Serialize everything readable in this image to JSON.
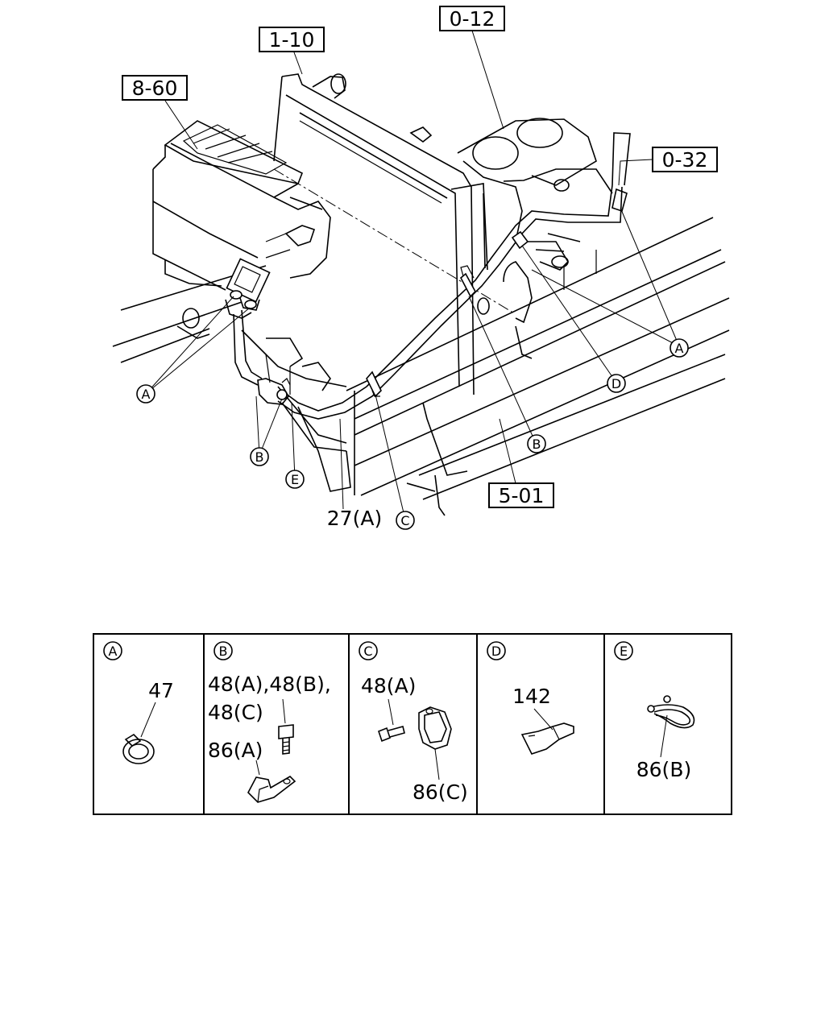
{
  "diagram": {
    "ref_boxes": [
      {
        "id": "ref-8-60",
        "text": "8-60"
      },
      {
        "id": "ref-1-10",
        "text": "1-10"
      },
      {
        "id": "ref-0-12",
        "text": "0-12"
      },
      {
        "id": "ref-0-32",
        "text": "0-32"
      },
      {
        "id": "ref-5-01",
        "text": "5-01"
      }
    ],
    "part_label": "27(A)",
    "callouts": {
      "a": "A",
      "b": "B",
      "c": "C",
      "d": "D",
      "e": "E"
    }
  },
  "detail_table": {
    "cells": [
      {
        "key": "A",
        "labels": [
          "47"
        ]
      },
      {
        "key": "B",
        "labels": [
          "48(A),48(B),",
          "48(C)",
          "86(A)"
        ]
      },
      {
        "key": "C",
        "labels": [
          "48(A)",
          "86(C)"
        ]
      },
      {
        "key": "D",
        "labels": [
          "142"
        ]
      },
      {
        "key": "E",
        "labels": [
          "86(B)"
        ]
      }
    ]
  }
}
